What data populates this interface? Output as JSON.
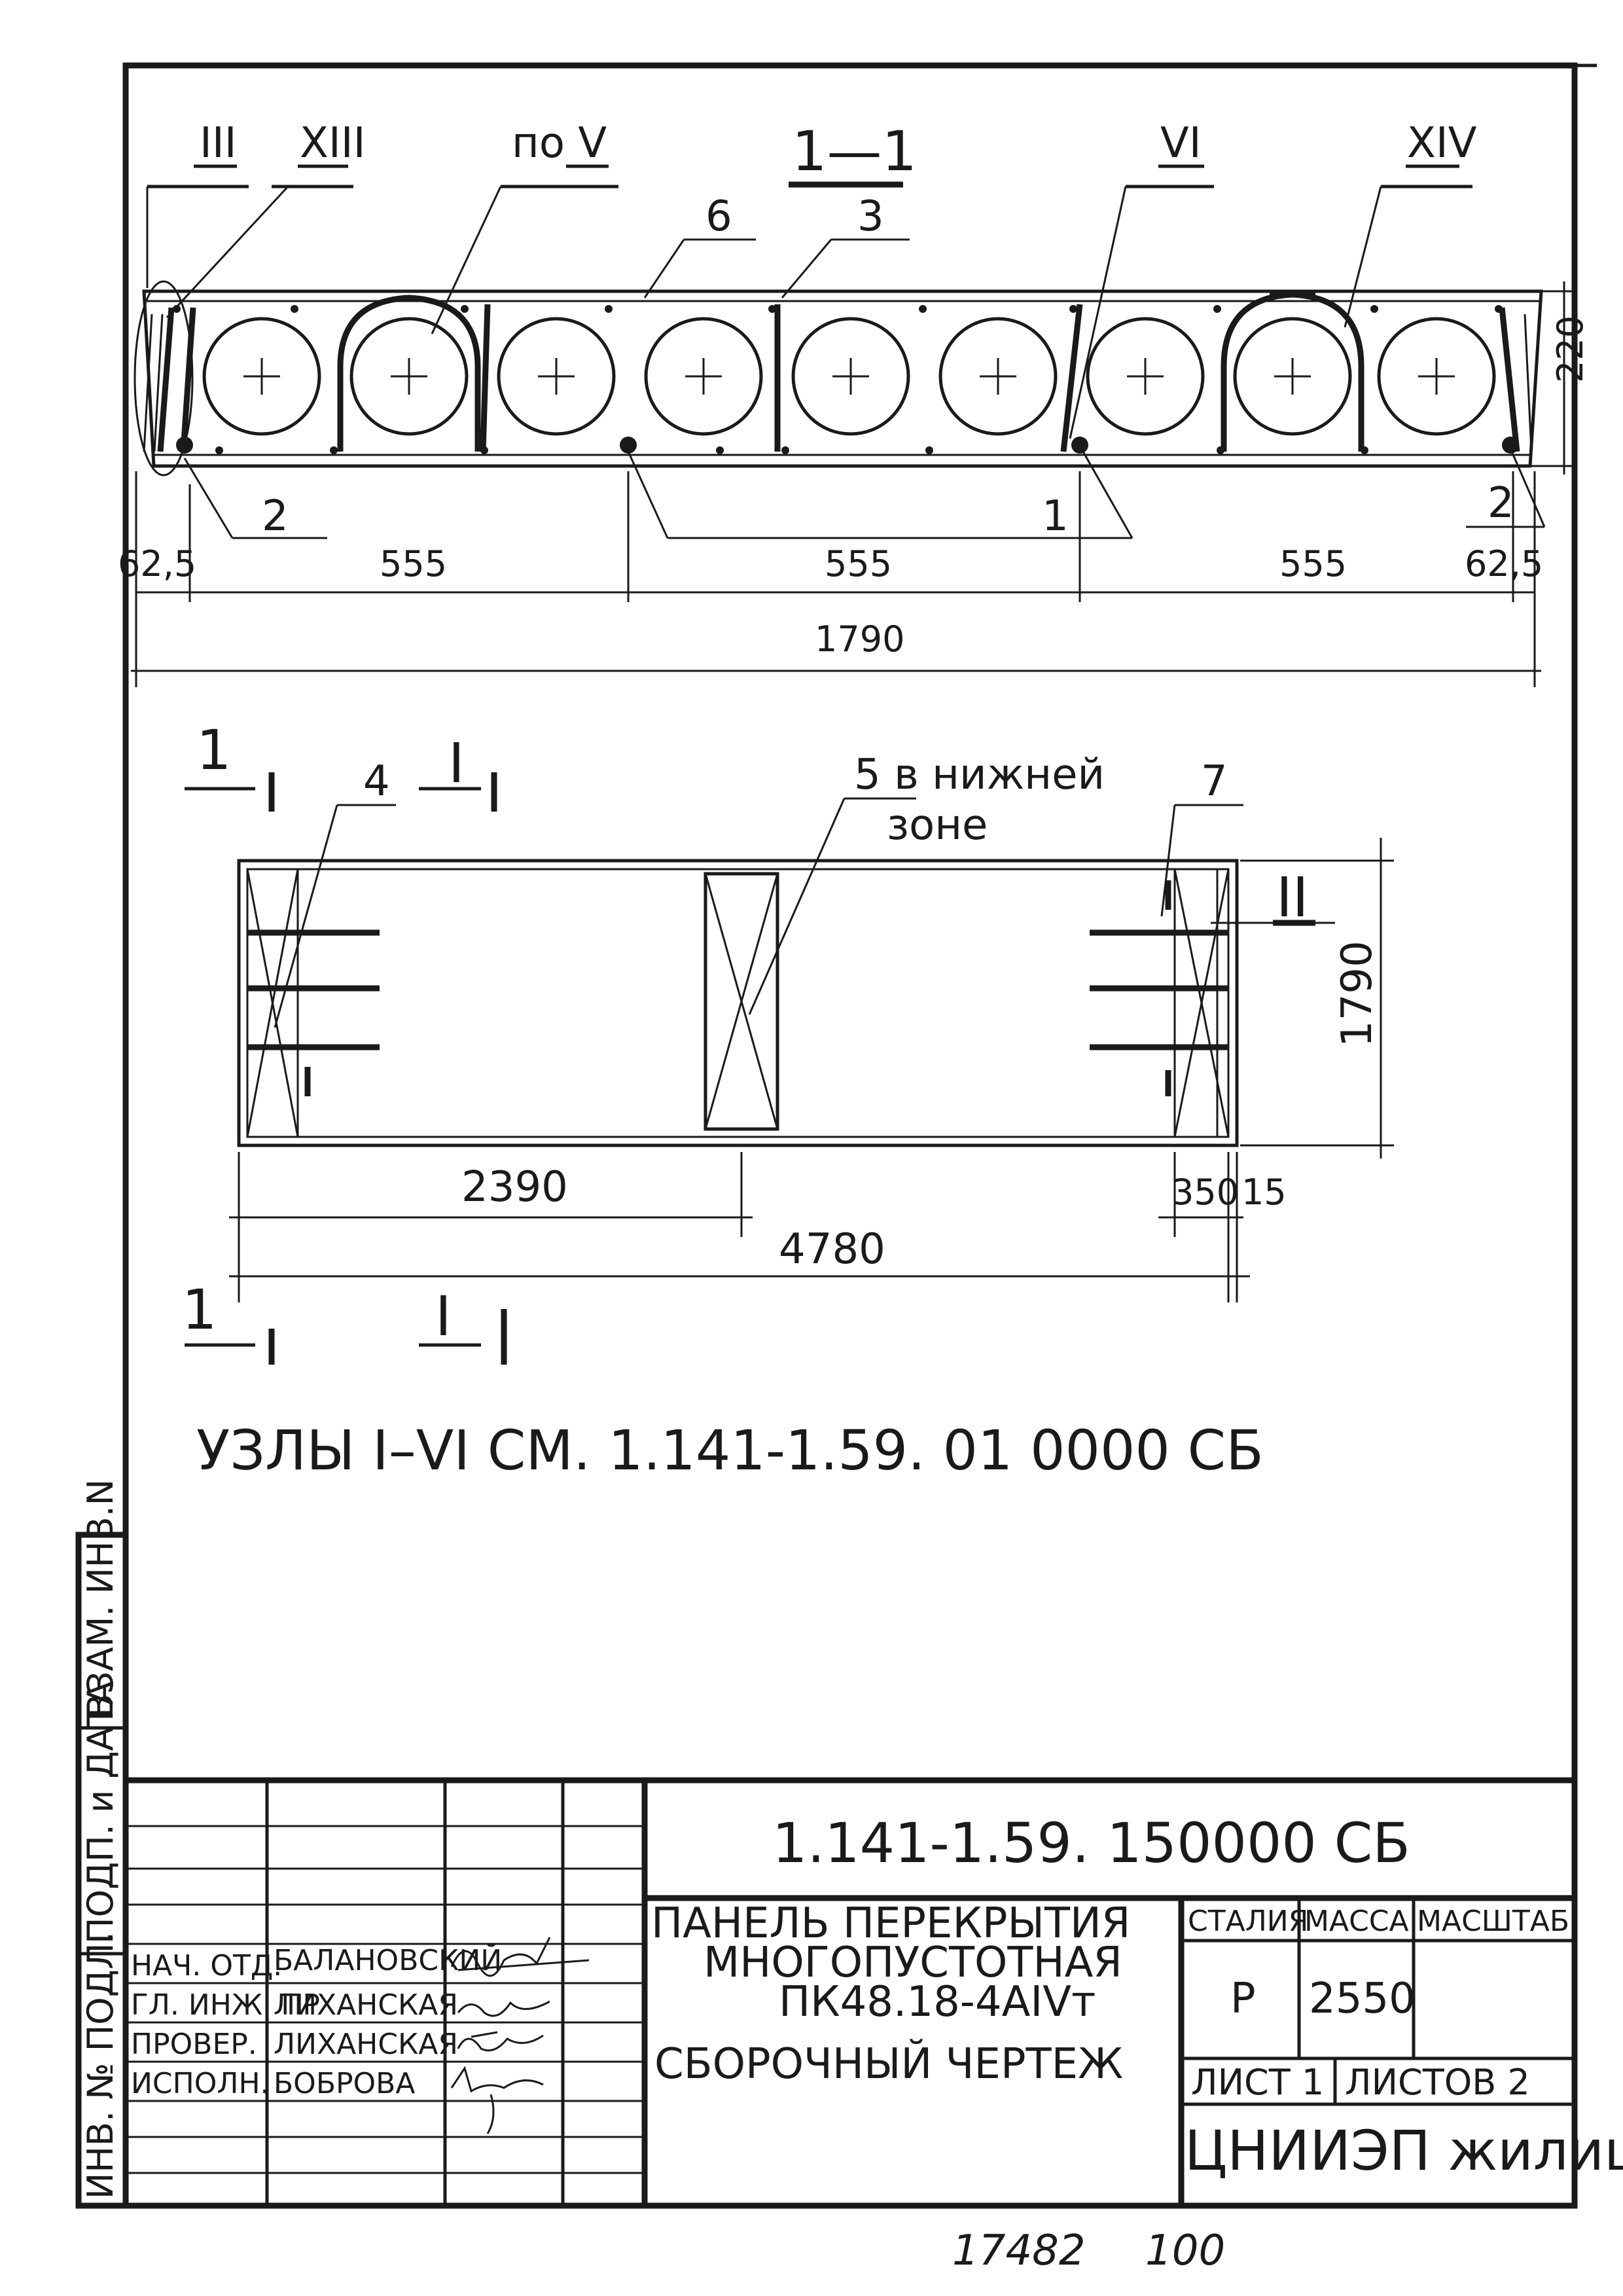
{
  "section_view": {
    "section_label": "1—1",
    "node_labels": [
      "III",
      "XIII",
      "VI",
      "XIV"
    ],
    "node_v_label": "по V",
    "callouts": [
      "6",
      "3",
      "2",
      "1",
      "2"
    ],
    "dims_bottom": [
      "62,5",
      "555",
      "555",
      "555",
      "62,5"
    ],
    "total_width": "1790",
    "height_dim": "220"
  },
  "plan_view": {
    "cut_marks": [
      "1",
      "I",
      "1",
      "I",
      "II"
    ],
    "callout_4": "4",
    "callout_5_line1": "5 в нижней",
    "callout_5_line2": "зоне",
    "callout_7": "7",
    "dim_width": "1790",
    "dim_half": "2390",
    "dim_350": "350",
    "dim_15": "15",
    "dim_length": "4780"
  },
  "note": "УЗЛЫ I–VI СМ. 1.141-1.59. 01 0000 СБ",
  "side_stamp": {
    "col1": "ВЗАМ. ИНВ.N",
    "col2": "ПОДП. и ДАТА",
    "col3": "ИНВ. № ПОДЛ."
  },
  "title_block": {
    "document_code": "1.141-1.59. 150000 СБ",
    "title_line1": "ПАНЕЛЬ ПЕРЕКРЫТИЯ",
    "title_line2": "МНОГОПУСТОТНАЯ",
    "title_line3": "ПК48.18-4АIVт",
    "subtitle": "СБОРОЧНЫЙ ЧЕРТЕЖ",
    "stage_header": "СТАЛИЯ",
    "mass_header": "МАССА",
    "scale_header": "МАСШТАБ",
    "stage_value": "Р",
    "mass_value": "2550",
    "sheet_label": "ЛИСТ 1",
    "sheets_label": "ЛИСТОВ 2",
    "organization": "ЦНИИЭП жилищ",
    "roles": [
      {
        "role": "НАЧ. ОТД.",
        "name": "БАЛАНОВСКИЙ"
      },
      {
        "role": "ГЛ. ИНЖ. ПР",
        "name": "ЛИХАНСКАЯ"
      },
      {
        "role": "ПРОВЕР.",
        "name": "ЛИХАНСКАЯ"
      },
      {
        "role": "ИСПОЛН.",
        "name": "БОБРОВА"
      }
    ]
  },
  "footer": {
    "archive_number": "17482",
    "page_number": "100"
  }
}
